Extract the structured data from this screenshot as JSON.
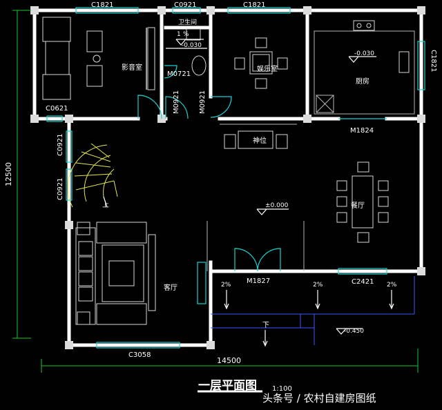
{
  "drawing": {
    "title": "一层平面图",
    "scale": "1:100",
    "watermark": "头条号 / 农村自建房图纸",
    "dims": {
      "width": "14500",
      "height": "12500",
      "front": "C3058"
    },
    "rooms": {
      "theater": "影音室",
      "bath": "卫生间",
      "entertainment": "娱乐室",
      "kitchen": "厨房",
      "shrine": "神位",
      "dining": "餐厅",
      "living": "客厅",
      "stair_up": "上",
      "down": "下"
    },
    "windows": {
      "w1": "C1821",
      "w2": "C0921",
      "w3": "C1821",
      "w4": "C1821",
      "w5": "C0621",
      "w6": "C0921",
      "w7": "C0921",
      "w8": "C2421"
    },
    "doors": {
      "d1": "M0721",
      "d2": "M0921",
      "d3": "M0921",
      "d4": "M1824",
      "d5": "M1827"
    },
    "levels": {
      "bath": "-0.030",
      "kitchen": "-0.030",
      "main": "±0.000",
      "outside": "-0.450"
    },
    "slopes": {
      "s1": "2%",
      "s2": "2%",
      "s3": "2%"
    },
    "bath_marks": {
      "a": "1",
      "b": "%"
    }
  }
}
